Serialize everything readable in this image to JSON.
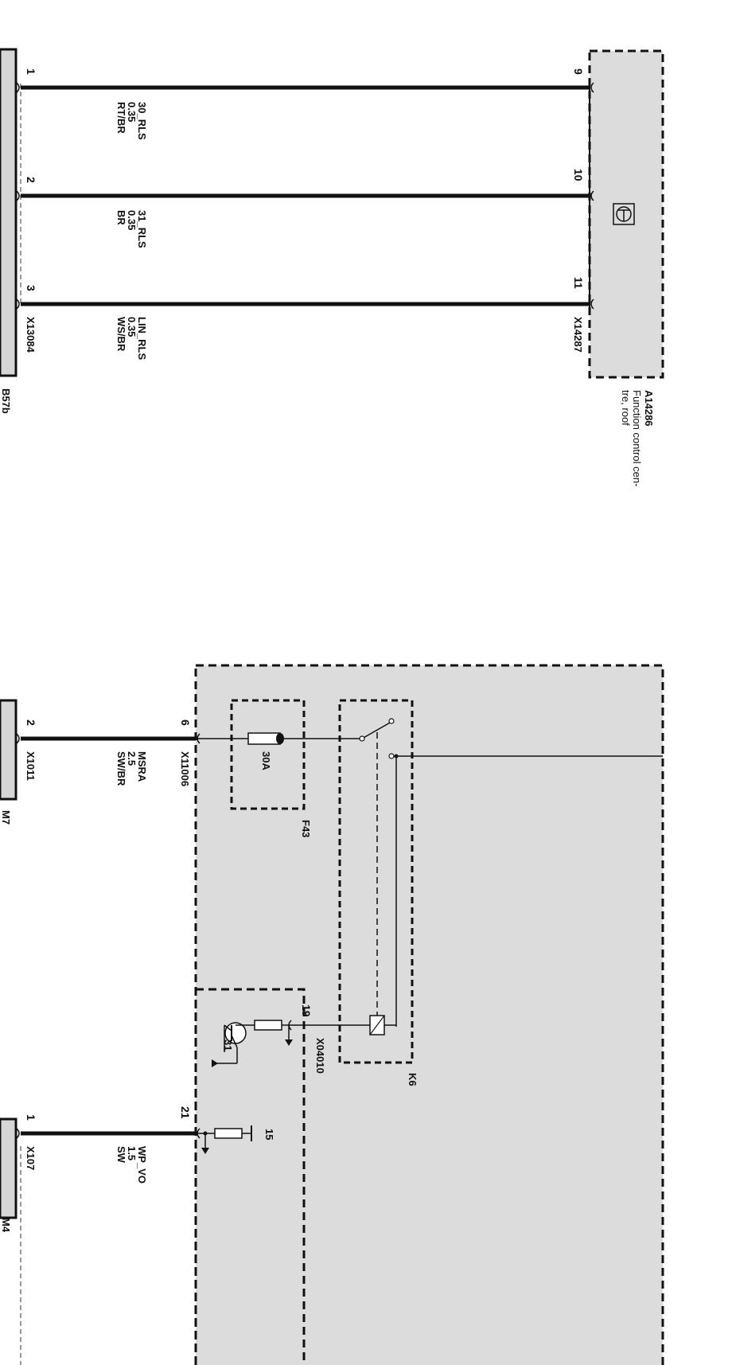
{
  "top_section": {
    "device": {
      "id": "A14286",
      "desc_line1": "Function control cen-",
      "desc_line2": "tre, roof"
    },
    "device_connector": "X14287",
    "side_connector": "X13084",
    "side_component": "B57b",
    "wires": [
      {
        "pin_left": "1",
        "pin_right": "9",
        "name": "30_RLS",
        "size": "0.35",
        "color": "RT/BR"
      },
      {
        "pin_left": "2",
        "pin_right": "10",
        "name": "31_RLS",
        "size": "0.35",
        "color": "BR"
      },
      {
        "pin_left": "3",
        "pin_right": "11",
        "name": "LIN_RLS",
        "size": "0.35",
        "color": "WS/BR"
      }
    ]
  },
  "bottom_section": {
    "fuse": {
      "id": "F43",
      "rating": "30A"
    },
    "relay": {
      "id": "K6"
    },
    "module_connector_1": "X11006",
    "module_connector_2": "X04010",
    "transistor_ground": "31",
    "pullup_terminal": "15",
    "wire_msra": {
      "pin_left": "2",
      "pin_right": "6",
      "name": "MSRA",
      "size": "2.5",
      "color": "SW/BR",
      "connector": "X1011",
      "component": "M7"
    },
    "pin_19": "19",
    "wire_wp": {
      "pin_left": "1",
      "pin_right": "21",
      "name": "WP_VO",
      "size": "1.5",
      "color": "SW",
      "connector": "X107",
      "component": "M4"
    }
  },
  "colors": {
    "wire": "#111111",
    "box_fill": "#dcdcdc",
    "dash": "#111111",
    "component_fill": "#d6d6d6"
  }
}
